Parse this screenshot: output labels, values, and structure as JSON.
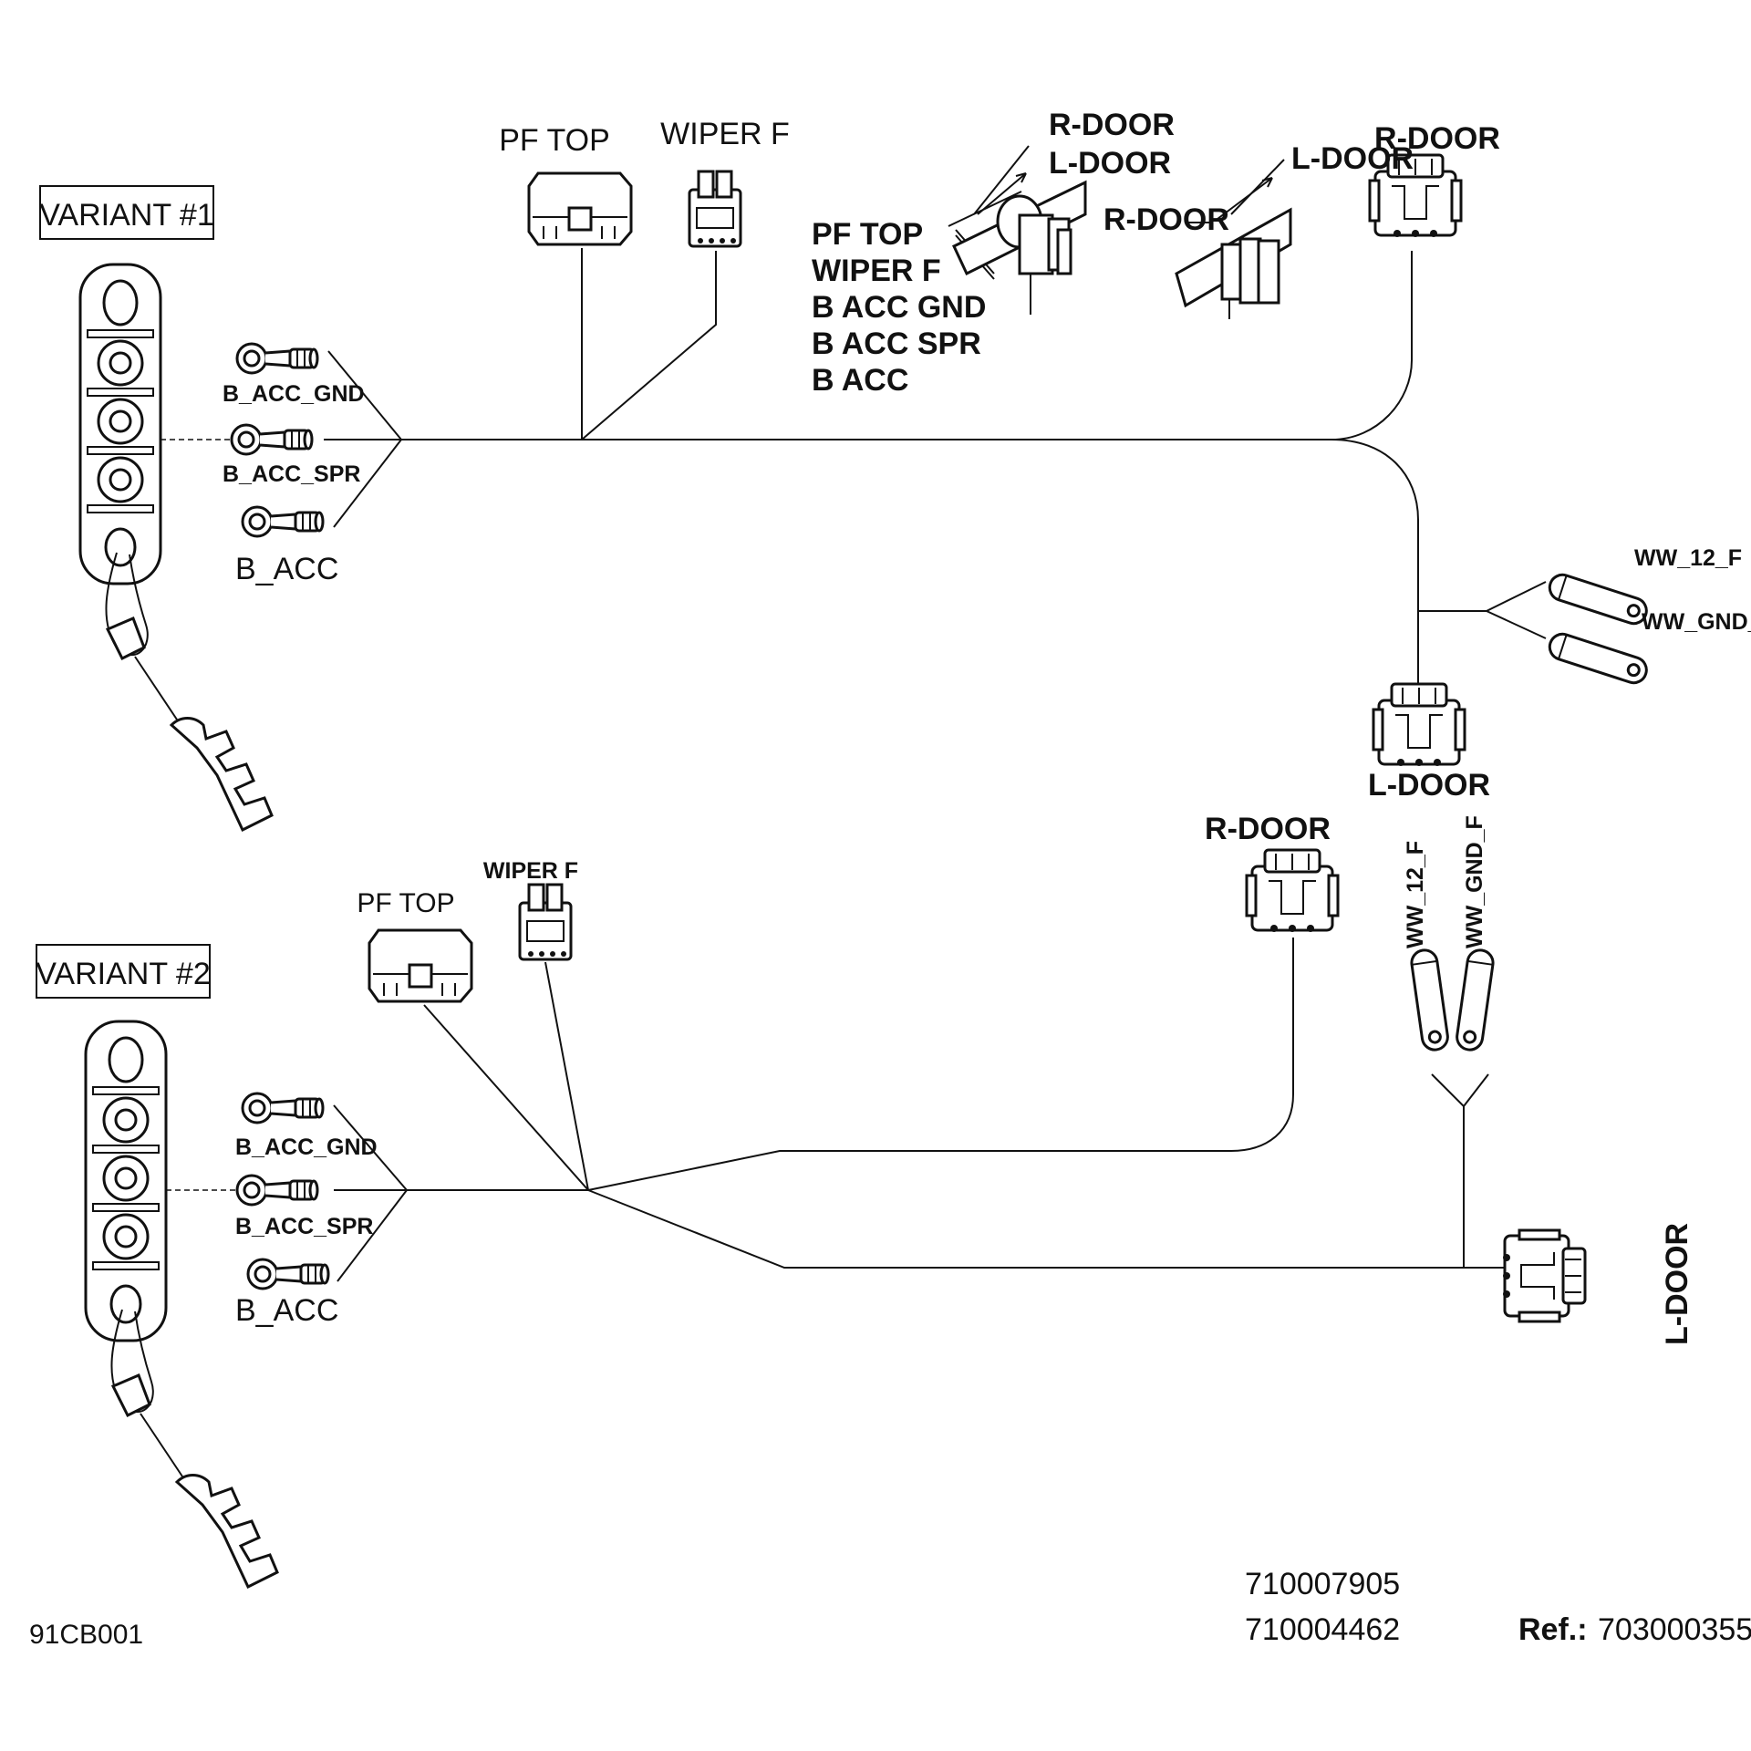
{
  "variants": [
    {
      "label": "VARIANT #1"
    },
    {
      "label": "VARIANT #2"
    }
  ],
  "terminals": {
    "gnd": "B_ACC_GND",
    "spr": "B_ACC_SPR",
    "acc": "B_ACC"
  },
  "connectors": {
    "pf_top": "PF TOP",
    "wiper_f": "WIPER F",
    "r_door": "R-DOOR",
    "l_door": "L-DOOR",
    "ww_12_f": "WW_12_F",
    "ww_gnd_f": "WW_GND_F"
  },
  "detail": {
    "r_door": "R-DOOR",
    "l_door": "L-DOOR",
    "list": [
      "PF TOP",
      "WIPER F",
      "B ACC GND",
      "B ACC SPR",
      "B ACC"
    ],
    "l_door_2": "L-DOOR",
    "r_door_2": "R-DOOR"
  },
  "footer": {
    "figure_code": "91CB001",
    "part_numbers": [
      "710007905",
      "710004462"
    ],
    "ref_label": "Ref.:",
    "ref_number": "703000355"
  }
}
